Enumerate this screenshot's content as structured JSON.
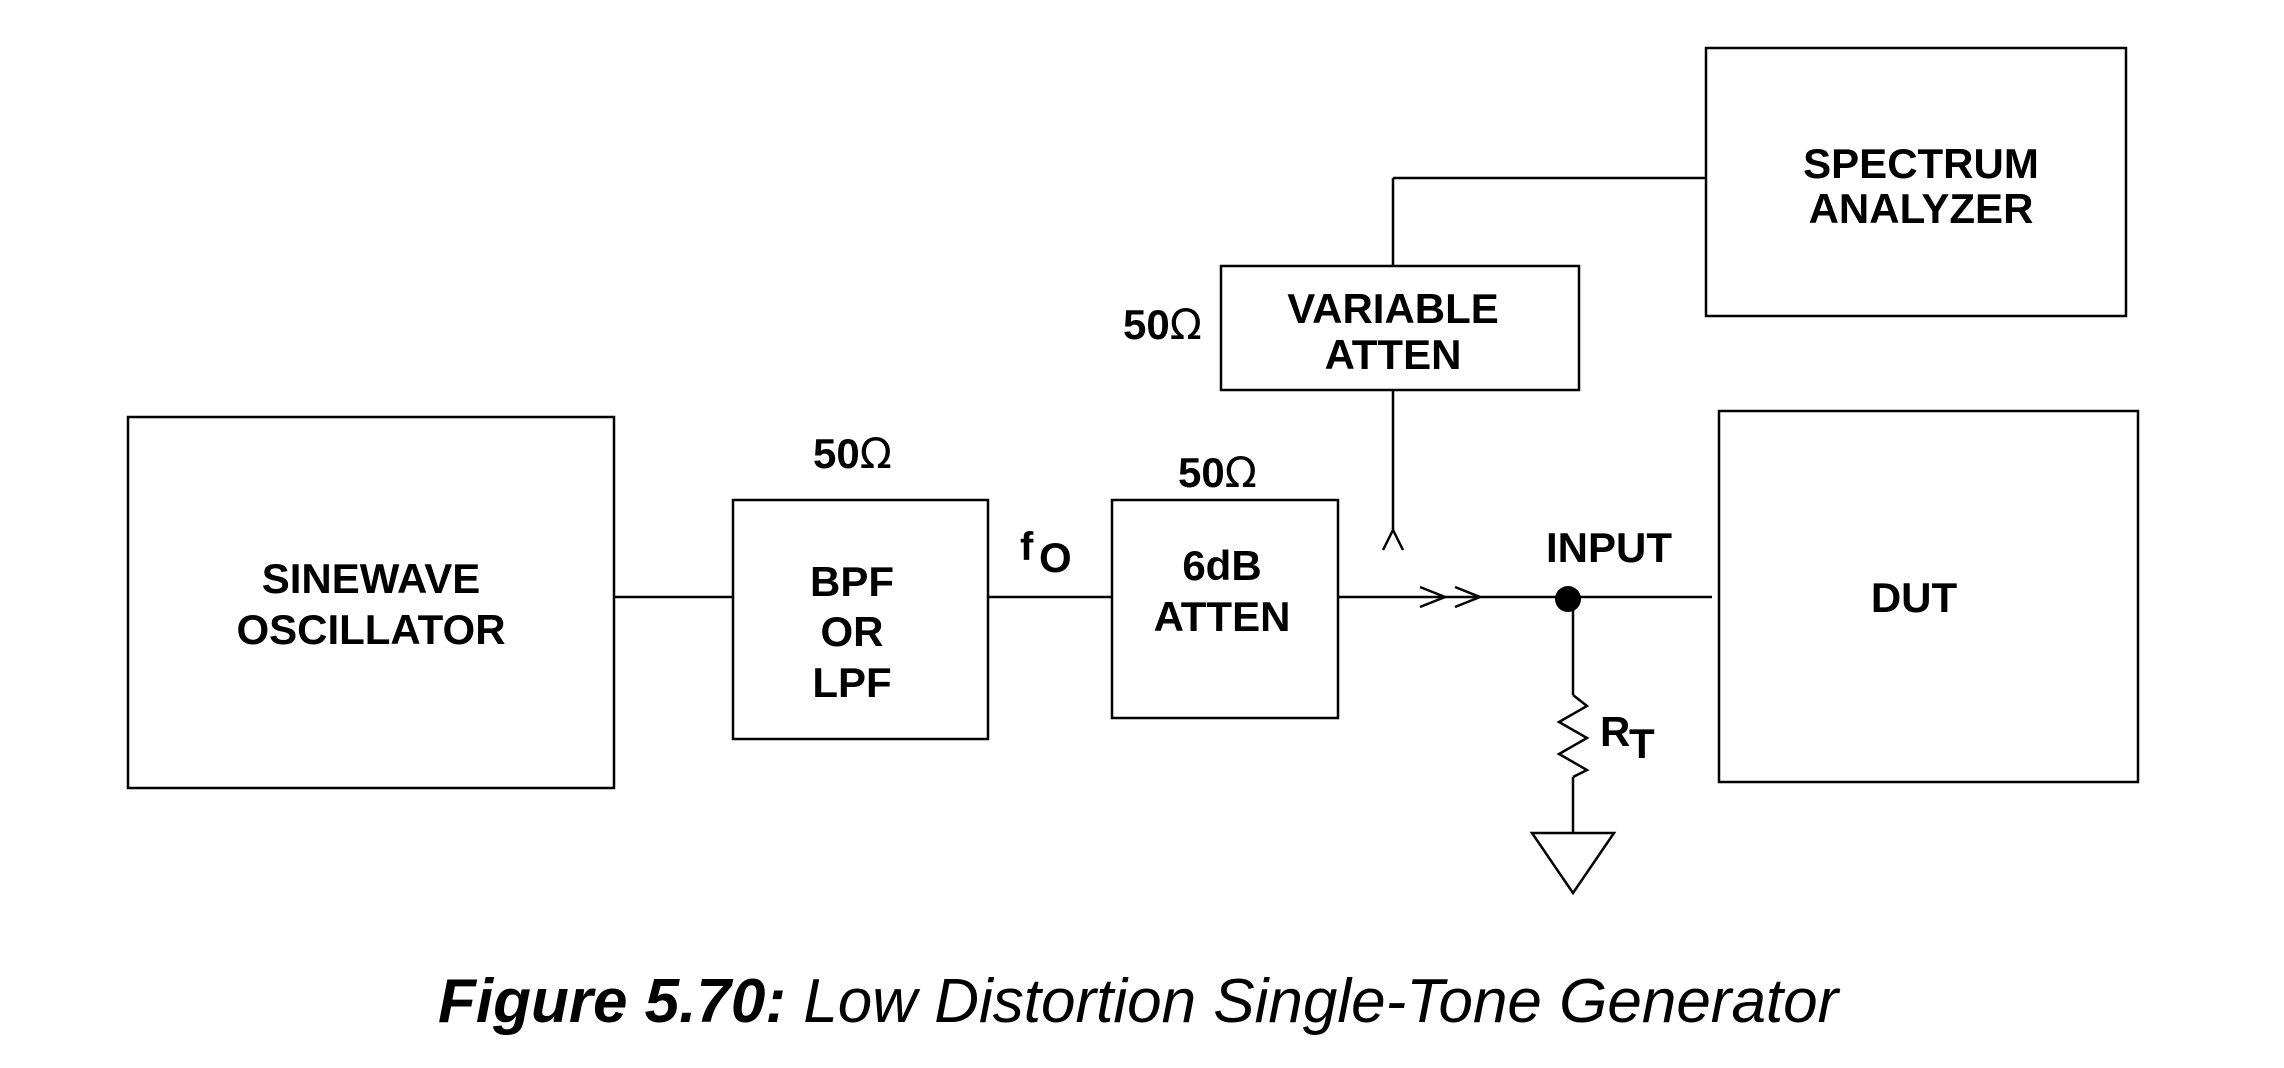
{
  "blocks": {
    "oscillator": [
      "SINEWAVE",
      "OSCILLATOR"
    ],
    "filter": [
      "BPF",
      "OR",
      "LPF"
    ],
    "fixed_atten": [
      "6dB",
      "ATTEN"
    ],
    "variable_atten": [
      "VARIABLE",
      "ATTEN"
    ],
    "analyzer": [
      "SPECTRUM",
      "ANALYZER"
    ],
    "dut": "DUT"
  },
  "labels": {
    "impedance_num": "50",
    "omega": "Ω",
    "freq_main": "f",
    "freq_sub": "O",
    "input": "INPUT",
    "resistor_main": "R",
    "resistor_sub": "T"
  },
  "caption": {
    "number": "Figure 5.70:",
    "text": "Low Distortion Single-Tone Generator"
  }
}
